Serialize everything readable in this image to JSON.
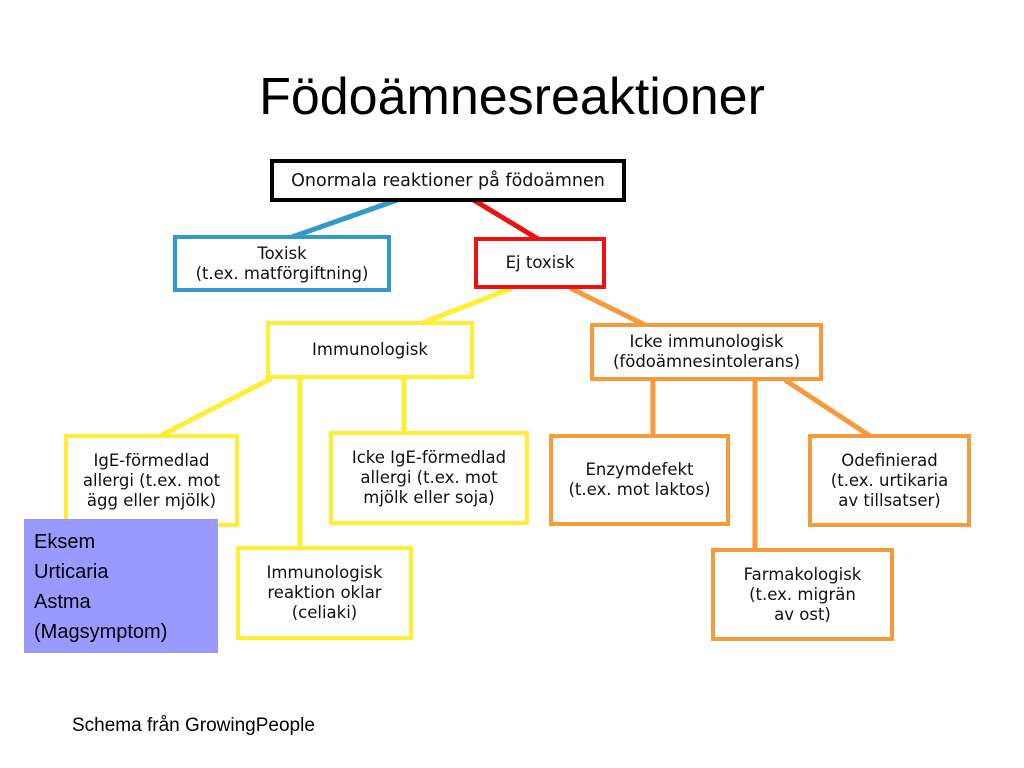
{
  "title": "Födoämnesreaktioner",
  "colors": {
    "root": "#000000",
    "toxic": "#3399cc",
    "non_toxic": "#ee1111",
    "immunological": "#ffee33",
    "non_immunological": "#f59a3d",
    "symptom_box": "#9999ff"
  },
  "nodes": {
    "root": "Onormala reaktioner på födoämnen",
    "toxic": "Toxisk\n(t.ex. matförgiftning)",
    "non_toxic": "Ej toxisk",
    "immunological": "Immunologisk",
    "non_immunological": "Icke immunologisk\n(födoämnesintolerans)",
    "ige": "IgE-förmedlad\nallergi (t.ex. mot\nägg eller mjölk)",
    "unclear": "Immunologisk\nreaktion oklar\n(celiaki)",
    "non_ige": "Icke IgE-förmedlad\nallergi (t.ex. mot\nmjölk eller soja)",
    "enzyme": "Enzymdefekt\n(t.ex. mot laktos)",
    "pharmacological": "Farmakologisk\n(t.ex. migrän\nav ost)",
    "undefined": "Odefinierad\n(t.ex. urtikaria\nav tillsatser)"
  },
  "symptoms": [
    "Eksem",
    "Urticaria",
    "Astma",
    "(Magsymptom)"
  ],
  "source": "Schema från GrowingPeople"
}
